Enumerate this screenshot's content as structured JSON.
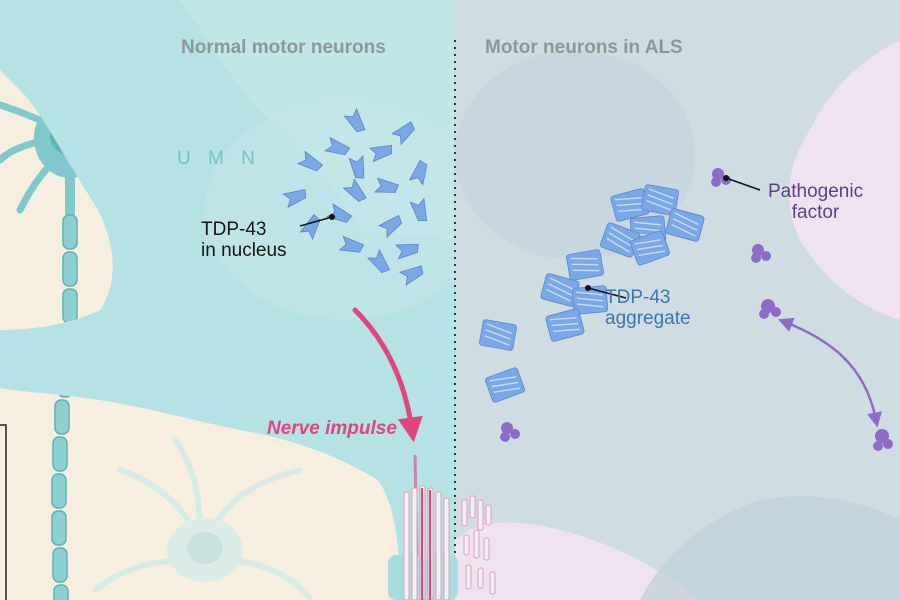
{
  "panels": {
    "normal": {
      "title": "Normal motor neurons"
    },
    "als": {
      "title": "Motor neurons in ALS"
    }
  },
  "labels": {
    "umn": "U M N",
    "tdp43_nucleus": [
      "TDP-43",
      "in nucleus"
    ],
    "nerve_impulse": "Nerve impulse",
    "tdp43_aggregate": [
      "TDP-43",
      "aggregate"
    ],
    "pathogenic_factor": [
      "Pathogenic",
      "factor"
    ]
  },
  "colors": {
    "background_left": "#f6efe0",
    "background_right": "#efe3ef",
    "neuron_normal": "#b5e2e4",
    "neuron_als": "#cfdde3",
    "nucleus": "#c5e5e8",
    "tdp43_protein": "#7aa7e6",
    "nerve_impulse": "#e0457f",
    "pathogenic_factor": "#8d6cc8",
    "heading_text": "#8f9698"
  }
}
